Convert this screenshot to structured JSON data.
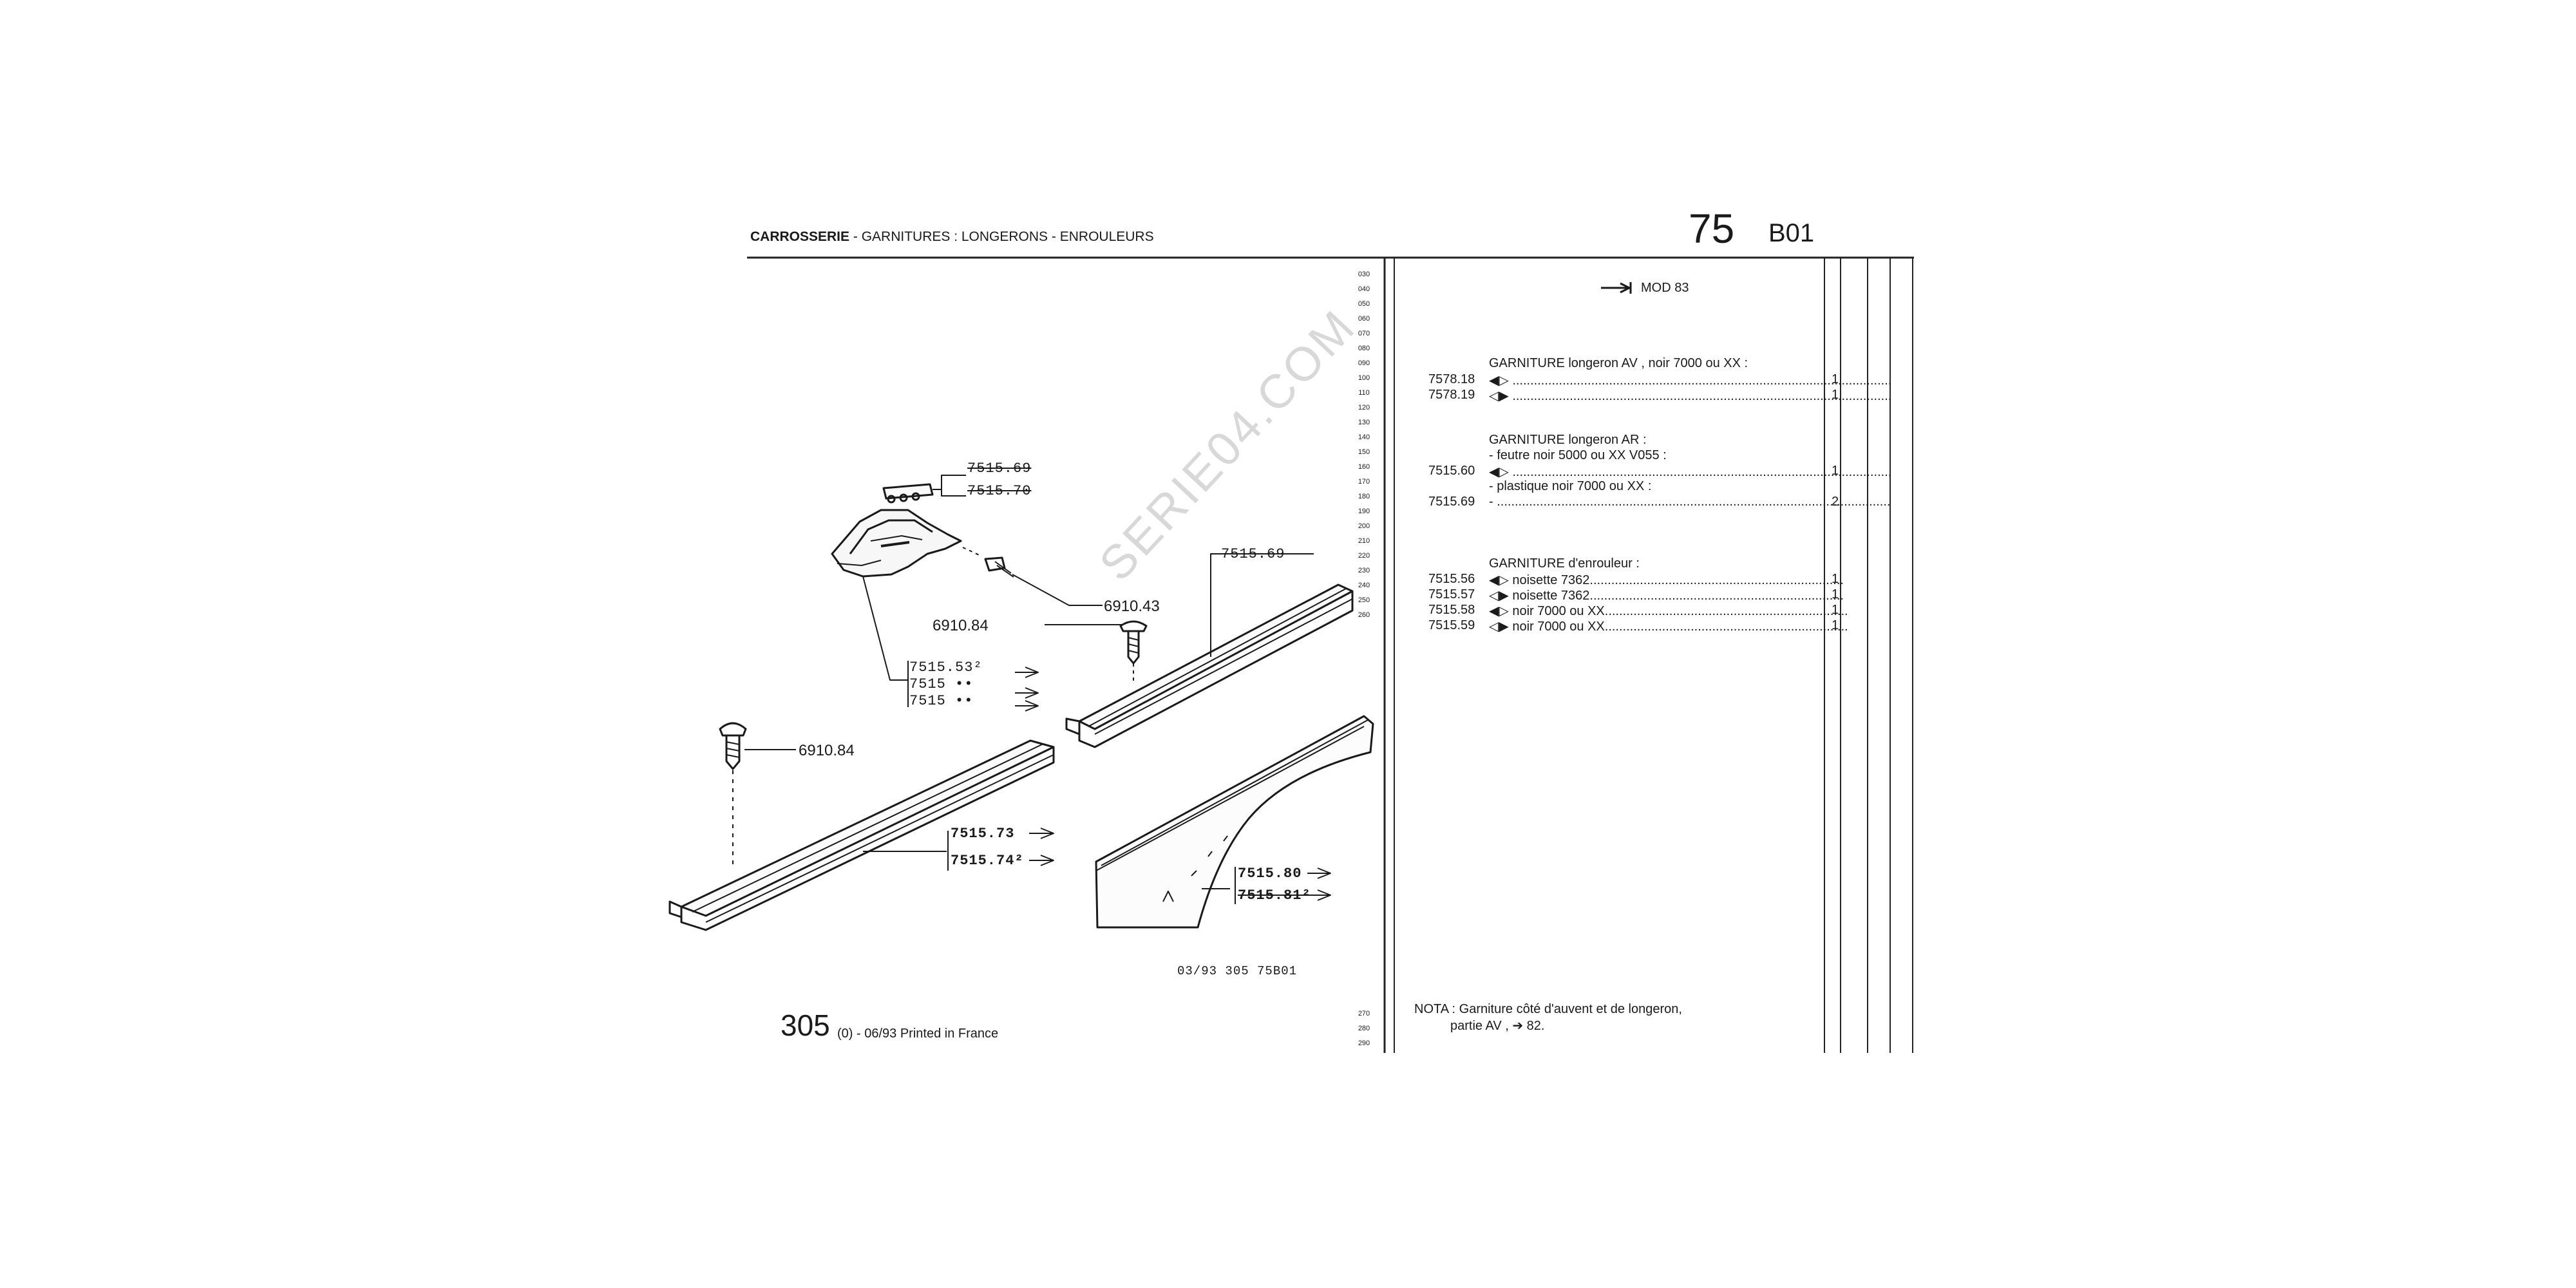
{
  "header": {
    "title_bold": "CARROSSERIE",
    "title_rest": " - GARNITURES : LONGERONS - ENROULEURS",
    "page_number": "75",
    "section_code": "B01"
  },
  "watermark": "SERIE04.COM",
  "diagram_labels": {
    "p7515_69_top": "7515.69",
    "p7515_70": "7515.70",
    "p6910_43": "6910.43",
    "p6910_84_upper": "6910.84",
    "p7515_53": "7515.53²",
    "p7515_a": "7515 ••",
    "p7515_b": "7515 ••",
    "p7515_69_right": "7515.69",
    "p6910_84_lower": "6910.84",
    "p7515_73": "7515.73",
    "p7515_74": "7515.74²",
    "p7515_80": "7515.80",
    "p7515_81": "7515.81²",
    "figure_code": "03/93  305  75B01"
  },
  "line_numbers": {
    "upper": [
      "030",
      "040",
      "050",
      "060",
      "070",
      "080",
      "090",
      "100",
      "110",
      "120",
      "130",
      "140",
      "150",
      "160",
      "170",
      "180",
      "190",
      "200",
      "210",
      "220",
      "230",
      "240",
      "250",
      "260"
    ],
    "lower": [
      "270",
      "280",
      "290"
    ]
  },
  "mod_marker": "MOD 83",
  "sections": [
    {
      "heading": "GARNITURE longeron  AV , noir 7000 ou XX :",
      "rows": [
        {
          "ref": "7578.18",
          "desc": "◀▷ ..........................................................................................................",
          "qty": "1"
        },
        {
          "ref": "7578.19",
          "desc": "◁▶ ..........................................................................................................",
          "qty": "1"
        }
      ]
    },
    {
      "heading": "GARNITURE longeron  AR  :",
      "sub1": "- feutre noir 5000 ou XX V055 :",
      "sub2": "- plastique noir 7000 ou XX :",
      "rows": [
        {
          "ref": "7515.60",
          "desc": "◀▷ ..........................................................................................................",
          "qty": "1"
        },
        {
          "ref": "7515.69",
          "desc": "- ..............................................................................................................",
          "qty": "2"
        }
      ]
    },
    {
      "heading": "GARNITURE d'enrouleur :",
      "rows": [
        {
          "ref": "7515.56",
          "desc": "◀▷ noisette 7362.......................................................................",
          "qty": "1"
        },
        {
          "ref": "7515.57",
          "desc": "◁▶ noisette 7362.......................................................................",
          "qty": "1"
        },
        {
          "ref": "7515.58",
          "desc": "◀▷ noir 7000 ou XX....................................................................",
          "qty": "1"
        },
        {
          "ref": "7515.59",
          "desc": "◁▶ noir 7000 ou XX....................................................................",
          "qty": "1"
        }
      ]
    }
  ],
  "nota": {
    "line1": "NOTA : Garniture côté d'auvent et de longeron,",
    "line2": "partie  AV , ➔  82."
  },
  "footer": {
    "model": "305",
    "text": "(0) - 06/93 Printed in France"
  }
}
